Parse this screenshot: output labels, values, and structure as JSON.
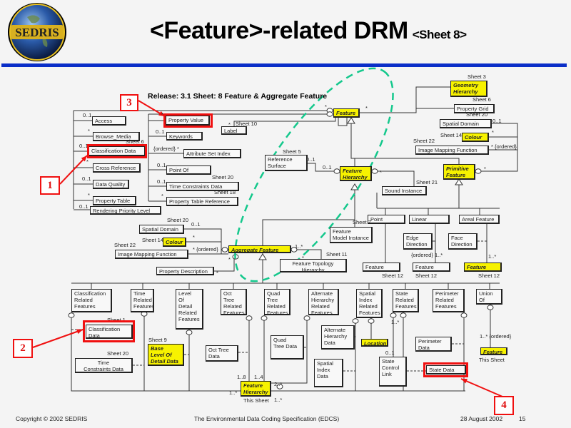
{
  "slide": {
    "logo_text": "SEDRIS",
    "title": "<Feature>-related DRM",
    "subtitle": "<Sheet 8>",
    "diagram_title": "Release: 3.1  Sheet:  8 Feature & Aggregate Feature",
    "colors": {
      "rule": "#0a2ec8",
      "highlight_class": "#f7f200",
      "callout": "#f01010",
      "dashed_ellipse": "#14c88c"
    }
  },
  "nodes": [
    {
      "label": "Access"
    },
    {
      "label": "Browse_Media"
    },
    {
      "label": "Classification Data",
      "callout": "1"
    },
    {
      "label": "Cross Reference"
    },
    {
      "label": "Data Quality"
    },
    {
      "label": "Property Table"
    },
    {
      "label": "Rendering Priority Level"
    },
    {
      "label": "Property Value",
      "callout": "3"
    },
    {
      "label": "Keywords"
    },
    {
      "label": "Attribute Set Index"
    },
    {
      "label": "Point Of Contact"
    },
    {
      "label": "Time Constraints Data"
    },
    {
      "label": "Property Table Reference"
    },
    {
      "label": "Label"
    },
    {
      "label": "Reference\nSurface"
    },
    {
      "label": "Feature",
      "highlight": true
    },
    {
      "label": "Geometry\nHierarchy",
      "highlight": true
    },
    {
      "label": "Property Grid"
    },
    {
      "label": "Spatial Domain"
    },
    {
      "label": "Colour",
      "highlight": true
    },
    {
      "label": "Image Mapping Function"
    },
    {
      "label": "Primitive\nFeature",
      "highlight": true
    },
    {
      "label": "Feature\nHierarchy",
      "highlight": true
    },
    {
      "label": "Sound Instance"
    },
    {
      "label": "Point Feature"
    },
    {
      "label": "Linear Feature"
    },
    {
      "label": "Areal Feature"
    },
    {
      "label": "Feature\nModel Instance"
    },
    {
      "label": "Edge\nDirection"
    },
    {
      "label": "Face\nDirection"
    },
    {
      "label": "Feature Node"
    },
    {
      "label": "Feature Edge"
    },
    {
      "label": "Feature Face",
      "highlight": true
    },
    {
      "label": "Spatial Domain"
    },
    {
      "label": "Colour",
      "highlight": true
    },
    {
      "label": "Image Mapping Function"
    },
    {
      "label": "Aggregate Feature",
      "highlight": true
    },
    {
      "label": "Feature Topology\nHierarchy"
    },
    {
      "label": "Property Description"
    },
    {
      "label": "Classification\nRelated\nFeatures"
    },
    {
      "label": "Time\nRelated\nFeatures"
    },
    {
      "label": "Level\nOf\nDetail\nRelated\nFeatures"
    },
    {
      "label": "Oct\nTree\nRelated\nFeatures"
    },
    {
      "label": "Quad\nTree\nRelated\nFeatures"
    },
    {
      "label": "Alternate\nHierarchy\nRelated\nFeatures"
    },
    {
      "label": "Spatial\nIndex\nRelated\nFeatures"
    },
    {
      "label": "State\nRelated\nFeatures"
    },
    {
      "label": "Perimeter\nRelated\nFeatures"
    },
    {
      "label": "Union Of\nFeatures"
    },
    {
      "label": "Classification\nData",
      "callout": "2"
    },
    {
      "label": "Base\nLevel Of\nDetail Data",
      "highlight": true
    },
    {
      "label": "Time\nConstraints Data"
    },
    {
      "label": "Oct Tree\nData"
    },
    {
      "label": "Quad\nTree Data"
    },
    {
      "label": "Alternate\nHierarchy\nData"
    },
    {
      "label": "Location",
      "highlight": true
    },
    {
      "label": "Spatial\nIndex\nData"
    },
    {
      "label": "State\nControl\nLink"
    },
    {
      "label": "Perimeter\nData"
    },
    {
      "label": "State Data",
      "callout": "4"
    },
    {
      "label": "Feature",
      "highlight": true
    },
    {
      "label": "Feature\nHierarchy",
      "highlight": true
    }
  ],
  "annotations": [
    "0..1",
    "*",
    "0..1",
    "Sheet 6",
    "*",
    "0..1",
    "*",
    "0..1",
    "*",
    "0..1",
    "{ordered} *",
    "0..1",
    "Sheet 20",
    "0..1",
    "Sheet 18",
    "*",
    "*",
    "Sheet 10",
    "Sheet 5",
    "0..1",
    "0..1",
    "*",
    "*",
    "Sheet 3",
    "Sheet 6",
    "Sheet 20",
    "0..1",
    "Sheet 14",
    "*",
    "Sheet 22",
    "* {ordered}",
    "*",
    "*",
    "Sheet 21",
    "Sheet 7",
    "Sheet 20",
    "0..1",
    "Sheet 14",
    "*",
    "Sheet 22",
    "* {ordered}",
    "1..*",
    "*",
    "Sheet 11",
    "*",
    "*",
    "Sheet 12",
    "Sheet 12",
    "Sheet 12",
    "{ordered} 1..*",
    "1..*",
    "Sheet 9",
    "Sheet 20",
    "Sheet 1",
    "1..8",
    "1..4",
    "2..*",
    "1..*",
    "This Sheet",
    "1..*",
    "1..*",
    "0..1",
    "1..* {ordered}",
    "This Sheet"
  ],
  "callouts": [
    "1",
    "2",
    "3",
    "4"
  ],
  "footer": {
    "copyright": "Copyright © 2002 SEDRIS",
    "center": "The Environmental Data Coding Specification (EDCS)",
    "date": "28 August 2002",
    "page": "15"
  }
}
